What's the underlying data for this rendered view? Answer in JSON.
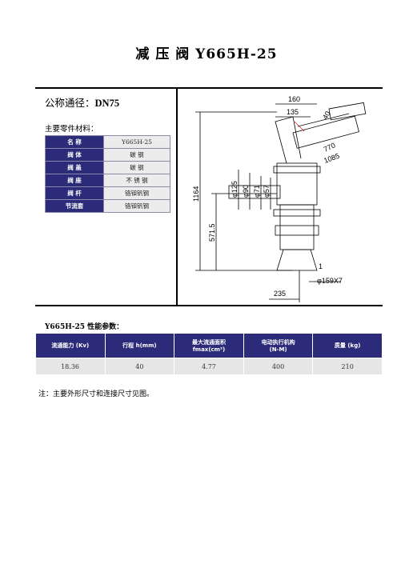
{
  "title": "减 压 阀 Y665H-25",
  "nominal": {
    "label": "公称通径：",
    "value": "DN75"
  },
  "materials": {
    "title": "主要零件材料：",
    "rows": [
      {
        "part": "名  称",
        "material": "Y665H-25"
      },
      {
        "part": "阀  体",
        "material": "碳  钢"
      },
      {
        "part": "阀  盖",
        "material": "碳  钢"
      },
      {
        "part": "阀  座",
        "material": "不 锈 钢"
      },
      {
        "part": "阀  杆",
        "material": "铬钼钒钢"
      },
      {
        "part": "节流套",
        "material": "铬钼钒钢"
      }
    ]
  },
  "drawing": {
    "dims": {
      "d160": "160",
      "d135": "135",
      "d40": "40",
      "d770": "770",
      "d1085": "1085",
      "d1164": "1164",
      "d5715": "571.5",
      "d125": "φ125",
      "d90": "φ90",
      "d71": "φ71",
      "d57": "φ57",
      "d1": "1",
      "d159": "φ159X7",
      "d235": "235"
    }
  },
  "performance": {
    "title": "Y665H-25 性能参数：",
    "headers": {
      "kv": "流通能力 (Kv)",
      "stroke": "行程 h(mm)",
      "area": "最大流通面积 fmax(cm²)",
      "actuator1": "电动执行机构",
      "actuator2": "(N-M)",
      "mass": "质量 (kg)"
    },
    "values": {
      "kv": "18.36",
      "stroke": "40",
      "area": "4.77",
      "actuator": "400",
      "mass": "210"
    }
  },
  "note": "注：主要外形尺寸和连接尺寸见图。"
}
